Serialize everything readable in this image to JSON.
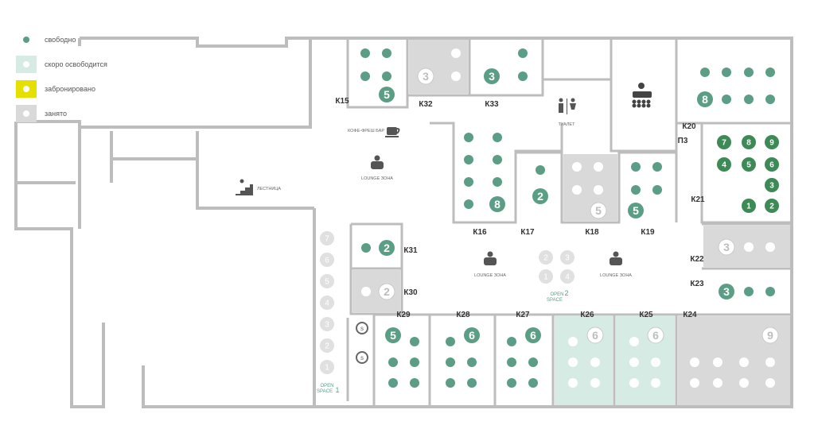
{
  "colors": {
    "wall": "#bdbdbd",
    "wall_dark": "#a9a9a9",
    "free": "#5b9e85",
    "free_dark": "#3d8a57",
    "soon_fill": "#d6ebe3",
    "booked_fill": "#e6e000",
    "busy_fill": "#d9d9d9",
    "label": "#333333",
    "small_label": "#777777"
  },
  "legend": [
    {
      "status": "free",
      "label": "свободно"
    },
    {
      "status": "soon",
      "label": "скоро освободится"
    },
    {
      "status": "booked",
      "label": "забронировано"
    },
    {
      "status": "busy",
      "label": "занято"
    }
  ],
  "rooms": [
    {
      "id": "К15",
      "status": "free",
      "capacity": "5"
    },
    {
      "id": "К32",
      "status": "busy",
      "capacity": "3"
    },
    {
      "id": "К33",
      "status": "free",
      "capacity": "3"
    },
    {
      "id": "К20",
      "status": "free",
      "capacity": "8"
    },
    {
      "id": "П3",
      "status": "free",
      "capacity": ""
    },
    {
      "id": "К16",
      "status": "free",
      "capacity": "8"
    },
    {
      "id": "К17",
      "status": "free",
      "capacity": "2"
    },
    {
      "id": "К18",
      "status": "busy",
      "capacity": "5"
    },
    {
      "id": "К19",
      "status": "free",
      "capacity": "5"
    },
    {
      "id": "К21",
      "status": "free",
      "capacity": ""
    },
    {
      "id": "К22",
      "status": "busy",
      "capacity": "3"
    },
    {
      "id": "К23",
      "status": "free",
      "capacity": "3"
    },
    {
      "id": "К24",
      "status": "busy",
      "capacity": "9"
    },
    {
      "id": "К25",
      "status": "soon",
      "capacity": "6"
    },
    {
      "id": "К26",
      "status": "soon",
      "capacity": "6"
    },
    {
      "id": "К27",
      "status": "free",
      "capacity": "6"
    },
    {
      "id": "К28",
      "status": "free",
      "capacity": "6"
    },
    {
      "id": "К29",
      "status": "free",
      "capacity": "5"
    },
    {
      "id": "К30",
      "status": "busy",
      "capacity": "2"
    },
    {
      "id": "К31",
      "status": "free",
      "capacity": "2"
    }
  ],
  "k21_seats": [
    "7",
    "8",
    "9",
    "4",
    "5",
    "6",
    "3",
    "1",
    "2"
  ],
  "open_space_1": {
    "label_line1": "OPEN",
    "label_line2": "SPACE",
    "number": "1",
    "seats": [
      "7",
      "6",
      "5",
      "4",
      "3",
      "2",
      "1"
    ]
  },
  "open_space_2": {
    "label_line1": "OPEN",
    "label_line2": "SPACE",
    "number": "2",
    "seats": [
      "2",
      "3",
      "1",
      "4"
    ]
  },
  "facilities": {
    "coffee": "КОФЕ-ФРЕШ БАР",
    "lounge": "LOUNGE ЗОНА",
    "stairs": "ЛЕСТНИЦА",
    "toilet": "ТУАЛЕТ"
  }
}
